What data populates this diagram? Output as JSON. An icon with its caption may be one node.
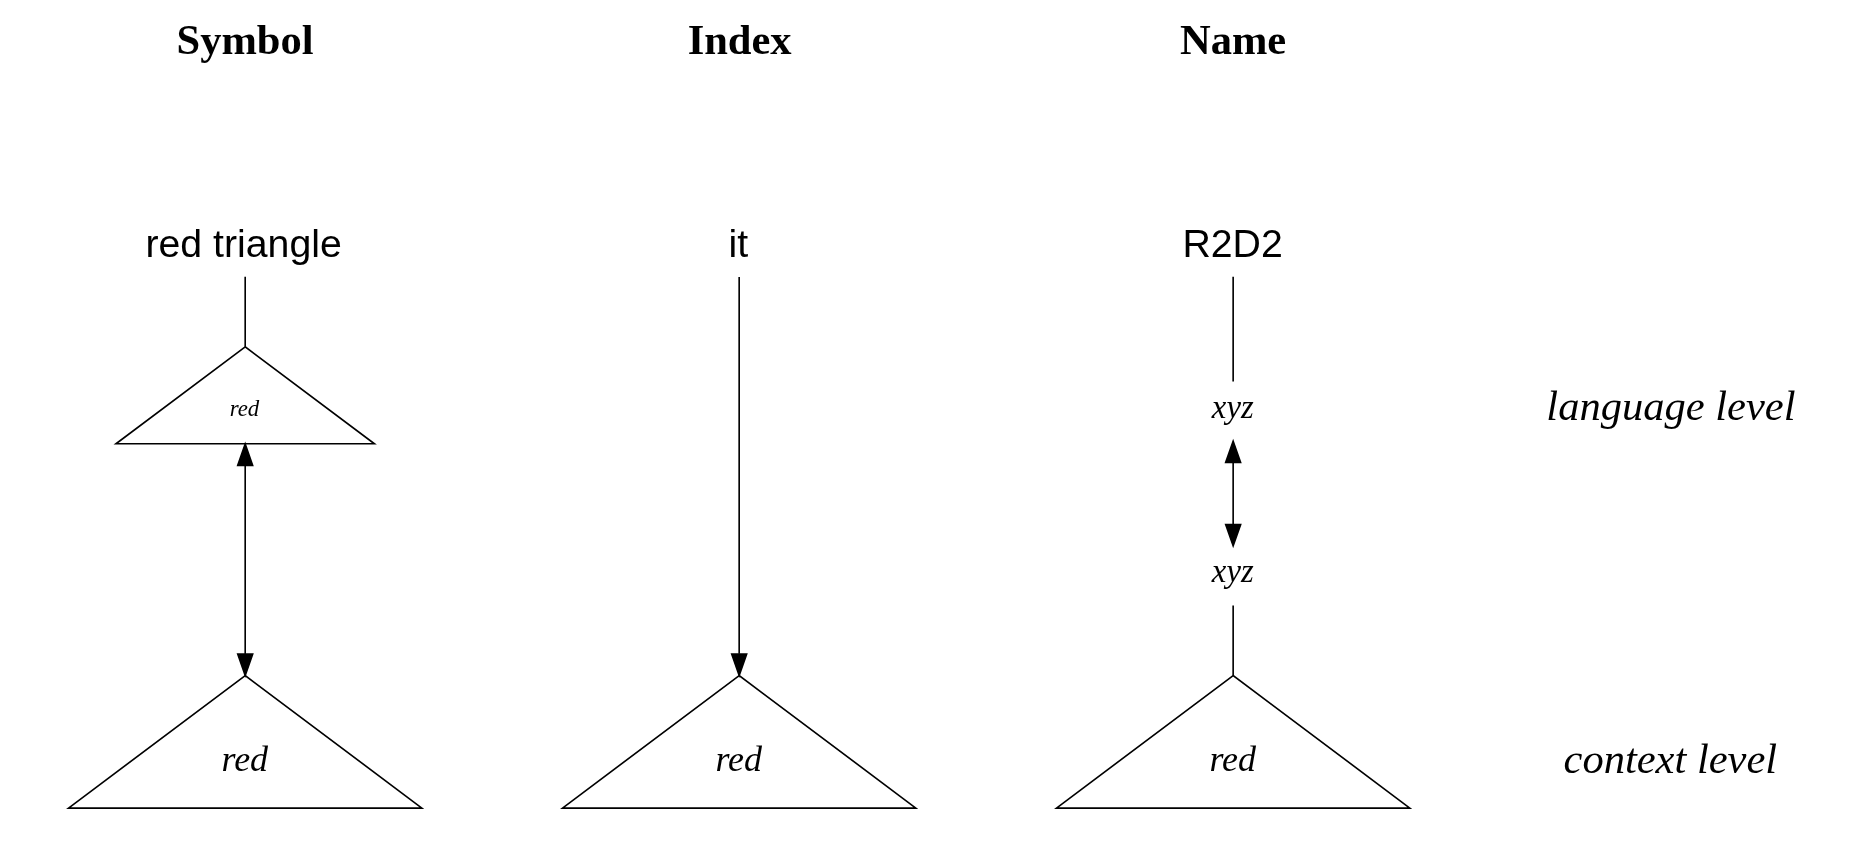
{
  "diagram": {
    "nodes": [
      {
        "text": [
          "red triangle"
        ]
      },
      {
        "text": [
          "red"
        ]
      },
      {
        "text": [
          "red"
        ]
      },
      {
        "text": [
          "it"
        ]
      },
      {
        "text": [
          "red"
        ]
      },
      {
        "text": [
          "R2D2"
        ]
      },
      {
        "text": [
          "xyz"
        ]
      },
      {
        "text": [
          "xyz"
        ]
      },
      {
        "text": [
          "red"
        ]
      }
    ],
    "edges": [
      {
        "from": 0,
        "to": 1,
        "arrow": "none"
      },
      {
        "from": 1,
        "to": 2,
        "arrow": "both"
      },
      {
        "from": 3,
        "to": 4,
        "arrow": "to"
      },
      {
        "from": 5,
        "to": 6,
        "arrow": "none"
      },
      {
        "from": 6,
        "to": 7,
        "arrow": "both"
      },
      {
        "from": 7,
        "to": 8,
        "arrow": "none"
      }
    ],
    "labels": [
      "Symbol",
      "Index",
      "Name",
      "language level",
      "context level"
    ]
  }
}
